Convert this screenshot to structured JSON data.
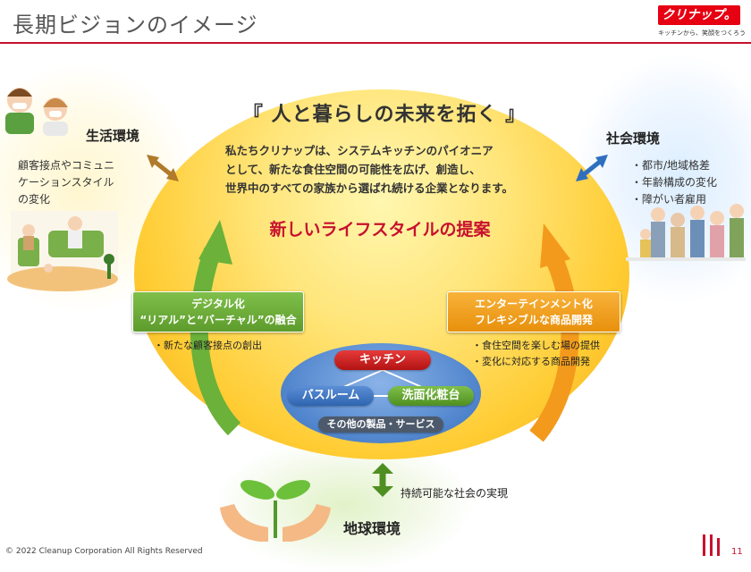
{
  "header": {
    "title": "長期ビジョンのイメージ",
    "logo_text": "クリナップ。",
    "logo_tagline": "キッチンから、笑顔をつくろう"
  },
  "center": {
    "motto": "『 人と暮らしの未来を拓く 』",
    "description_lines": [
      "私たちクリナップは、システムキッチンのパイオニア",
      "として、新たな食住空間の可能性を広げ、創造し、",
      "世界中のすべての家族から選ばれ続ける企業となります。"
    ],
    "proposal": "新しいライフスタイルの提案"
  },
  "life_env": {
    "title": "生活環境",
    "text_lines": [
      "顧客接点やコミュニ",
      "ケーションスタイル",
      "の変化"
    ]
  },
  "social_env": {
    "title": "社会環境",
    "items": [
      "・都市/地域格差",
      "・年齢構成の変化",
      "・障がい者雇用"
    ]
  },
  "earth_env": {
    "title": "地球環境",
    "note": "持続可能な社会の実現"
  },
  "digital": {
    "line1": "デジタル化",
    "line2": "“リアル”と“バーチャル”の融合",
    "note": "・新たな顧客接点の創出"
  },
  "entertainment": {
    "line1": "エンターテインメント化",
    "line2": "フレキシブルな商品開発",
    "notes": [
      "・食住空間を楽しむ場の提供",
      "・変化に対応する商品開発"
    ]
  },
  "products": {
    "kitchen": "キッチン",
    "bathroom": "バスルーム",
    "vanity": "洗面化粧台",
    "other": "その他の製品・サービス"
  },
  "footer": {
    "copyright": "© 2022 Cleanup Corporation All Rights Reserved",
    "page": "11"
  },
  "colors": {
    "accent_red": "#c8102e",
    "green": "#5d9c2c",
    "orange": "#e8900c",
    "blue": "#4f84cc"
  }
}
